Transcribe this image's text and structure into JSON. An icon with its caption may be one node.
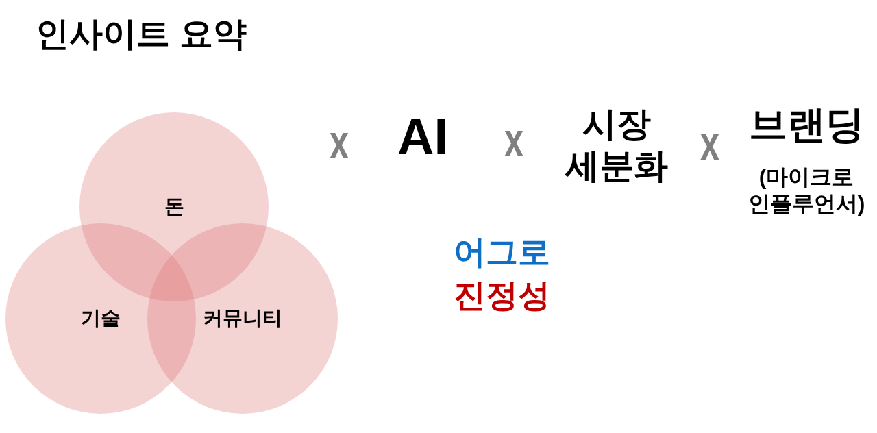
{
  "diagram": {
    "title": "인사이트 요약",
    "nodes": [
      {
        "text": [
          "돈"
        ]
      },
      {
        "text": [
          "기술"
        ]
      },
      {
        "text": [
          "커뮤니티"
        ]
      }
    ],
    "labels": [
      "x",
      "AI",
      "x",
      "시장 세분화",
      "x",
      "브랜딩",
      "(마이크로 인플루언서)",
      "어그로",
      "진정성"
    ]
  }
}
